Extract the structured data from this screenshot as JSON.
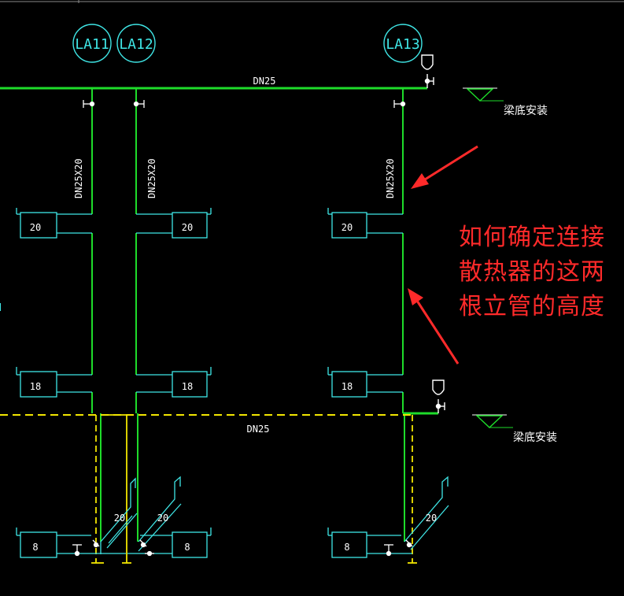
{
  "columns": [
    {
      "id": "col-1",
      "tag": "LA11"
    },
    {
      "id": "col-2",
      "tag": "LA12"
    },
    {
      "id": "col-3",
      "tag": "LA13"
    }
  ],
  "pipes": {
    "top_main_label": "DN25",
    "return_main_label": "DN25",
    "riser_label": "DN25X20"
  },
  "radiators": {
    "upper": "20",
    "middle": "18",
    "lower": "8",
    "lower_side": "20"
  },
  "install_note": "梁底安装",
  "question": {
    "lines": [
      "如何确定连接",
      "散热器的这两",
      "根立管的高度"
    ]
  },
  "colors": {
    "supply": "#1edc2a",
    "return": "#f2e600",
    "radiator": "#3fe6e6",
    "white": "#ffffff",
    "annotation": "#ff2a2a"
  }
}
